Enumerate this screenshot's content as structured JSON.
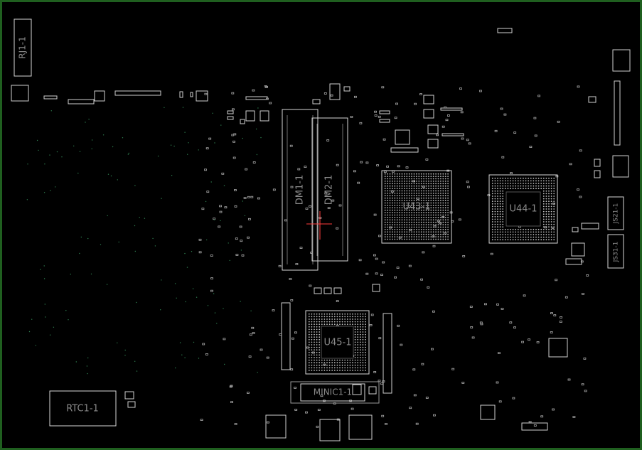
{
  "colors": {
    "background": "#000000",
    "border": "#1f5f1f",
    "outline": "#d8d8d8",
    "label": "#8a8a8a",
    "marker": "#ff3b3b",
    "via": "#2e7d4f"
  },
  "labels": {
    "rj1": "RJ1-1",
    "rtc1": "RTC1-1",
    "dm1": "DM1-1",
    "dm2": "DM2-1",
    "u43": "U43-1",
    "u44": "U44-1",
    "u45": "U45-1",
    "minic1": "MINIC1-1",
    "js21": "JS21-1",
    "js31": "JS31-1"
  }
}
